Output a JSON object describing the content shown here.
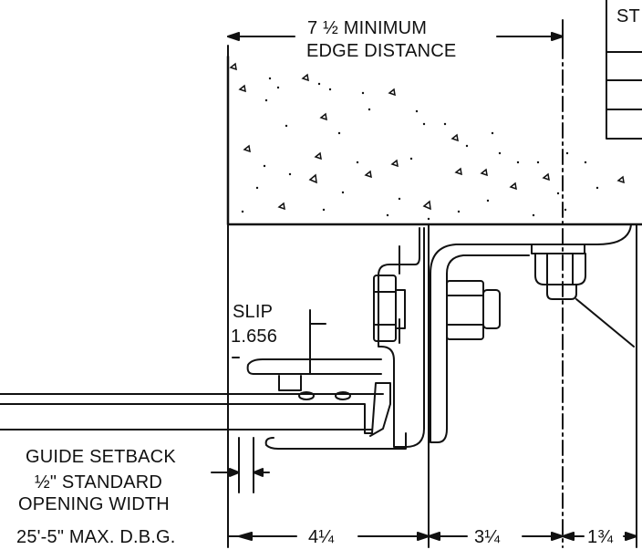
{
  "labels": {
    "edge_distance_line1": "7 ½ MINIMUM",
    "edge_distance_line2": "EDGE DISTANCE",
    "table_header": "ST",
    "slip_label": "SLIP",
    "slip_value": "1.656",
    "guide_setback": "GUIDE SETBACK",
    "standard_line1": "½\" STANDARD",
    "standard_line2": "OPENING WIDTH",
    "max_dbg": "25'-5\" MAX. D.B.G.",
    "dim_4_1_4": "4¼",
    "dim_3_1_4": "3¼",
    "dim_1_3_4": "1¾"
  },
  "colors": {
    "ink": "#111111",
    "paper": "#ffffff"
  }
}
